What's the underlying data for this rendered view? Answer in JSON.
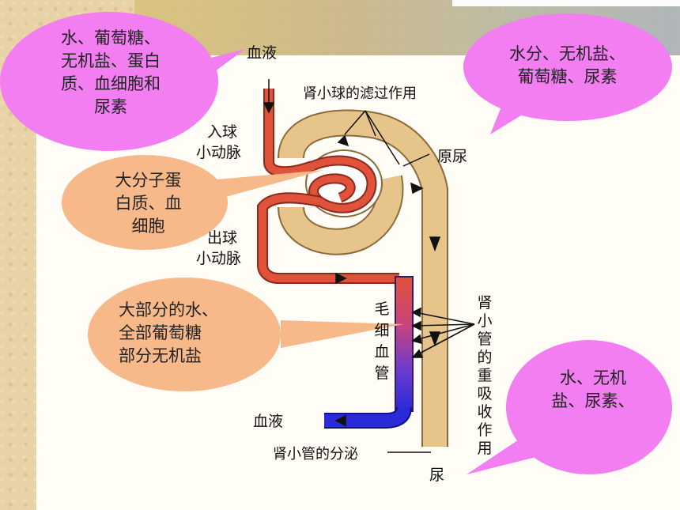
{
  "labels": {
    "blood_in": "血液",
    "filtration": "肾小球的滤过作用",
    "afferent": [
      "入球",
      "小动脉"
    ],
    "primary_urine": "原尿",
    "efferent": [
      "出球",
      "小动脉"
    ],
    "capillary": "毛细血管",
    "reabsorption": "肾小管的重吸收作用",
    "blood_out": "血液",
    "secretion": "肾小管的分泌",
    "urine": "尿"
  },
  "bubbles": {
    "blood_components": [
      "水、葡萄糖、",
      "无机盐、蛋白",
      "质、血细胞和",
      "尿素"
    ],
    "urine_components": [
      "水分、无机盐、",
      "葡萄糖、尿素"
    ],
    "not_filtered": [
      "大分子蛋",
      "白质、血",
      "细胞"
    ],
    "reabsorbed": [
      "大部分的水、",
      "全部葡萄糖",
      "部分无机盐"
    ],
    "final_urine": [
      "水、无机",
      "盐、尿素、"
    ]
  },
  "colors": {
    "artery_red": "#e0523a",
    "vein_blue": "#2a2ad8",
    "tubule_tan": "#e6c48a",
    "bubble_pink": "#f27ef2",
    "bubble_orange": "#f7b98a"
  }
}
